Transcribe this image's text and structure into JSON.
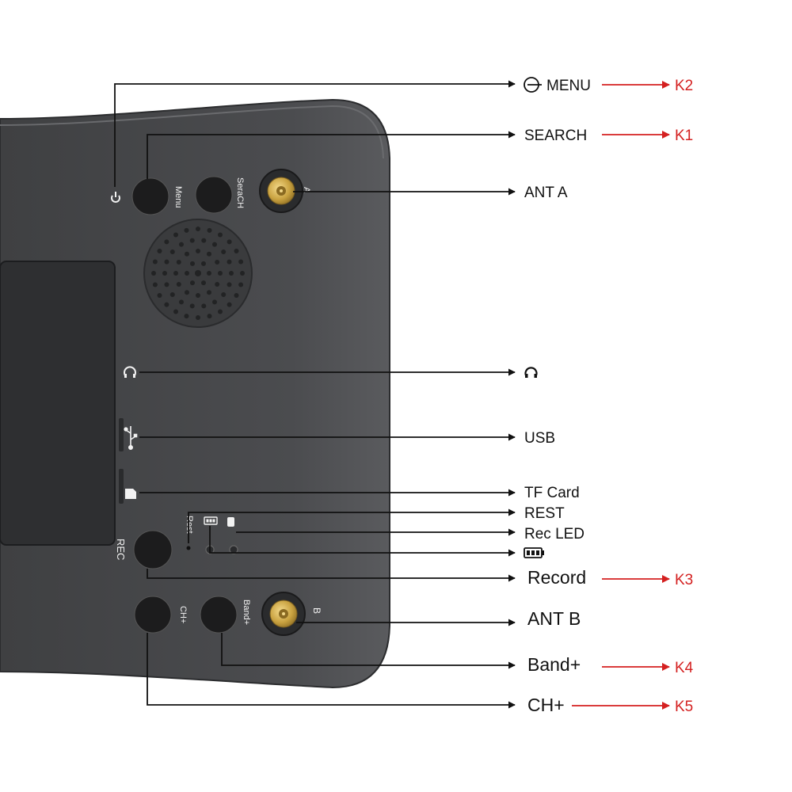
{
  "device": {
    "button_labels": {
      "menu": "Menu",
      "search": "SeraCH",
      "rec": "REC",
      "rest": "Rest",
      "ch": "CH+",
      "band": "Band+"
    },
    "antenna_marks": {
      "a": "A",
      "b": "B"
    }
  },
  "callouts": [
    {
      "id": "menu",
      "label": "MENU",
      "icon": "power-icon",
      "key": "K2"
    },
    {
      "id": "search",
      "label": "SEARCH",
      "key": "K1"
    },
    {
      "id": "ant-a",
      "label": "ANT A"
    },
    {
      "id": "headphone",
      "label": "",
      "icon": "headphone-icon"
    },
    {
      "id": "usb",
      "label": "USB"
    },
    {
      "id": "tf-card",
      "label": "TF Card"
    },
    {
      "id": "rest",
      "label": "REST"
    },
    {
      "id": "rec-led",
      "label": "Rec LED"
    },
    {
      "id": "battery",
      "label": "",
      "icon": "battery-icon"
    },
    {
      "id": "record",
      "label": "Record",
      "key": "K3"
    },
    {
      "id": "ant-b",
      "label": "ANT B"
    },
    {
      "id": "band",
      "label": "Band+",
      "key": "K4"
    },
    {
      "id": "ch",
      "label": "CH+",
      "key": "K5"
    }
  ],
  "colors": {
    "device_body": "#4a4b4d",
    "device_edge": "#5c5d60",
    "screen": "#2e2f31",
    "leader_line": "#111111",
    "key_arrow": "#d42020",
    "antenna_gold": "#c9a240"
  }
}
